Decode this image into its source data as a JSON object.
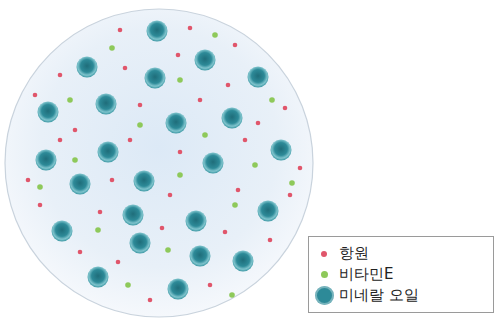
{
  "diagram": {
    "legend": [
      {
        "text": "항원",
        "color": "#e0566b"
      },
      {
        "text": "비타민E",
        "color": "#8ec95a"
      },
      {
        "text": "미네랄 오일",
        "color": "#2d8a98"
      }
    ]
  }
}
